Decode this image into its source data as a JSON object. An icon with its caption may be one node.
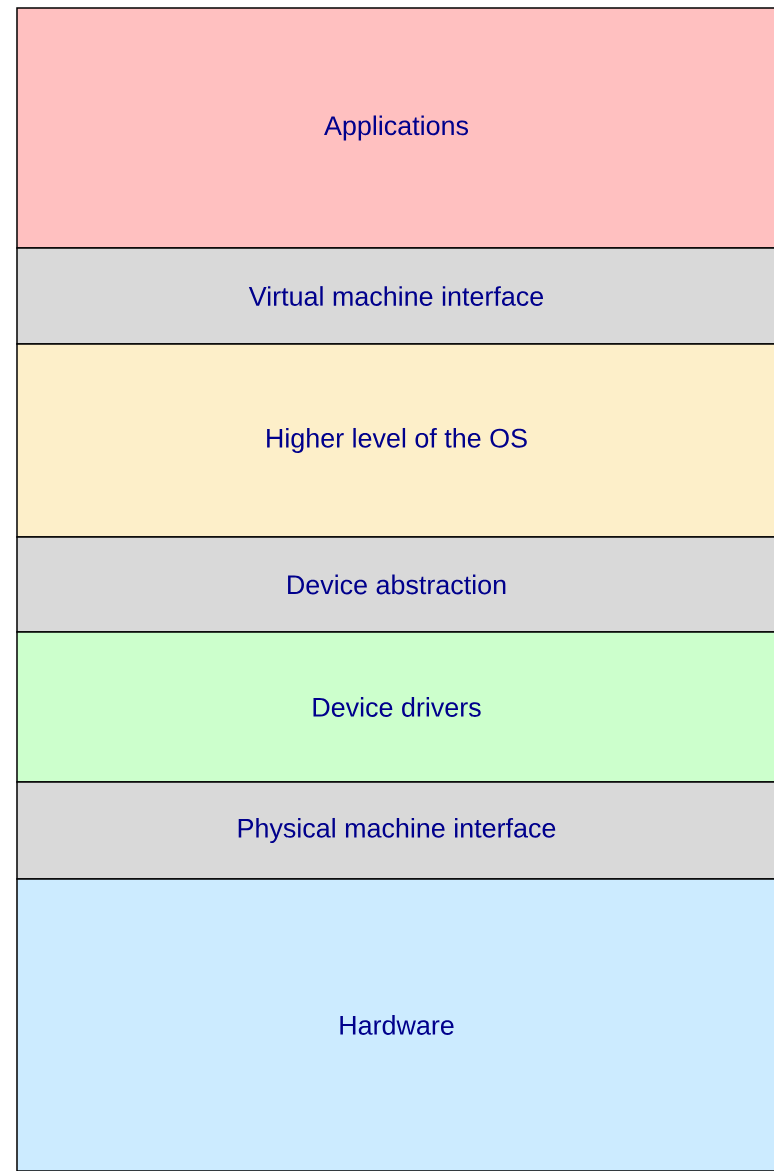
{
  "diagram": {
    "nodes": [
      {
        "text": [
          "Applications"
        ]
      },
      {
        "text": [
          "Virtual machine interface"
        ]
      },
      {
        "text": [
          "Higher level of the OS"
        ]
      },
      {
        "text": [
          "Device abstraction"
        ]
      },
      {
        "text": [
          "Device drivers"
        ]
      },
      {
        "text": [
          "Physical machine interface"
        ]
      },
      {
        "text": [
          "Hardware"
        ]
      }
    ]
  }
}
